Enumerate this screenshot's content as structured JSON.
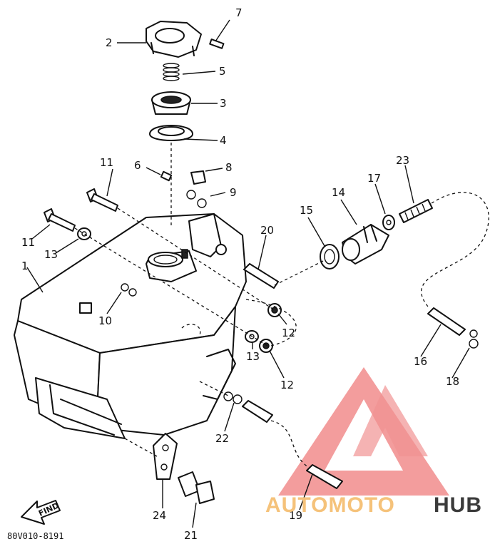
{
  "diagram": {
    "drawing_code": "80V010-8191",
    "find_label": "FIND",
    "callouts": {
      "c1": "1",
      "c2": "2",
      "c3": "3",
      "c4": "4",
      "c5": "5",
      "c6": "6",
      "c7": "7",
      "c8": "8",
      "c9": "9",
      "c10": "10",
      "c11a": "11",
      "c11b": "11",
      "c12a": "12",
      "c12b": "12",
      "c13a": "13",
      "c13b": "13",
      "c14": "14",
      "c15": "15",
      "c16": "16",
      "c17": "17",
      "c18": "18",
      "c19": "19",
      "c20": "20",
      "c21": "21",
      "c22": "22",
      "c23": "23",
      "c24": "24"
    }
  },
  "watermark": {
    "brand_part1": "AUTOMOTO",
    "brand_part2": "HUB",
    "color_primary": "#f08080",
    "color_accent": "#f5c27a",
    "color_dark": "#3a3a3a"
  }
}
